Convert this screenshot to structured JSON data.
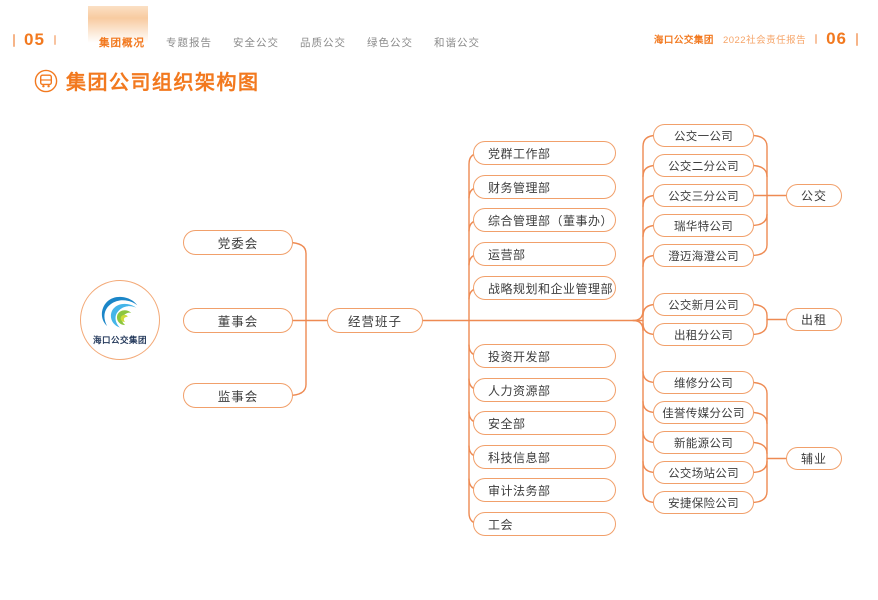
{
  "header": {
    "page_left": "05",
    "page_right": "06",
    "brand": "海口公交集团",
    "report_title": "2022社会责任报告",
    "tabs": [
      {
        "label": "集团概况",
        "active": true
      },
      {
        "label": "专题报告",
        "active": false
      },
      {
        "label": "安全公交",
        "active": false
      },
      {
        "label": "品质公交",
        "active": false
      },
      {
        "label": "绿色公交",
        "active": false
      },
      {
        "label": "和谐公交",
        "active": false
      }
    ]
  },
  "section": {
    "title": "集团公司组织架构图",
    "icon": "bus-icon"
  },
  "org": {
    "logo_text": "海口公交集团",
    "governance": [
      "党委会",
      "董事会",
      "监事会"
    ],
    "management": "经营班子",
    "departments_top": [
      "党群工作部",
      "财务管理部",
      "综合管理部（董事办）",
      "运营部",
      "战略规划和企业管理部"
    ],
    "departments_bottom": [
      "投资开发部",
      "人力资源部",
      "安全部",
      "科技信息部",
      "审计法务部",
      "工会"
    ],
    "companies_bus": [
      "公交一公司",
      "公交二分公司",
      "公交三分公司",
      "瑞华特公司",
      "澄迈海澄公司"
    ],
    "companies_taxi": [
      "公交新月公司",
      "出租分公司"
    ],
    "companies_auxiliary": [
      "维修分公司",
      "佳誉传媒分公司",
      "新能源公司",
      "公交场站公司",
      "安捷保险公司"
    ],
    "categories": [
      "公交",
      "出租",
      "辅业"
    ]
  },
  "colors": {
    "accent": "#F2791F",
    "line": "#EE8A52",
    "pill_border": "#F1A06B"
  }
}
